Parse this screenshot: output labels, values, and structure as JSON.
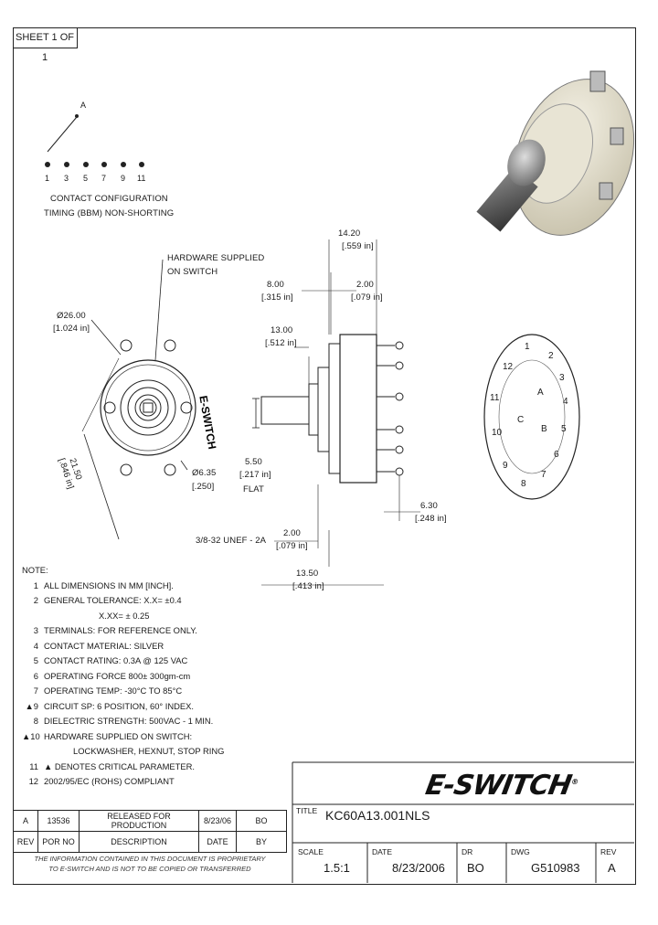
{
  "sheet": "SHEET 1 OF 1",
  "contact_config": {
    "pole": "A",
    "positions": [
      "1",
      "3",
      "5",
      "7",
      "9",
      "11"
    ],
    "caption_line1": "CONTACT CONFIGURATION",
    "caption_line2": "TIMING (BBM) NON-SHORTING"
  },
  "front_view": {
    "hardware_note_line1": "HARDWARE SUPPLIED",
    "hardware_note_line2": "ON SWITCH",
    "dia_mm": "Ø26.00",
    "dia_in": "[1.024 in]",
    "hole_mm": "21.50",
    "hole_in": "[.846 in]",
    "pin_mm": "Ø6.35",
    "pin_in": "[.250]",
    "body_text": "E-SWITCH"
  },
  "side_view": {
    "d1_mm": "14.20",
    "d1_in": "[.559 in]",
    "d2_mm": "8.00",
    "d2_in": "[.315 in]",
    "d3_mm": "2.00",
    "d3_in": "[.079 in]",
    "d4_mm": "13.00",
    "d4_in": "[.512 in]",
    "d5_mm": "5.50",
    "d5_in": "[.217 in]",
    "d5_note": "FLAT",
    "d6_mm": "6.30",
    "d6_in": "[.248 in]",
    "thread": "3/8-32 UNEF - 2A",
    "d7_mm": "2.00",
    "d7_in": "[.079 in]",
    "d8_mm": "13.50",
    "d8_in": "[.413 in]"
  },
  "rear_view": {
    "labels": [
      "1",
      "2",
      "3",
      "4",
      "5",
      "6",
      "7",
      "8",
      "9",
      "10",
      "11",
      "12",
      "A",
      "B",
      "C"
    ]
  },
  "notes": {
    "title": "NOTE:",
    "items": [
      {
        "n": "1",
        "text": "ALL DIMENSIONS IN MM [INCH]."
      },
      {
        "n": "2",
        "text": "GENERAL TOLERANCE: X.X= ±0.4"
      },
      {
        "n": "",
        "text": "X.XX= ± 0.25",
        "indent": true
      },
      {
        "n": "3",
        "text": "TERMINALS: FOR REFERENCE ONLY."
      },
      {
        "n": "4",
        "text": "CONTACT MATERIAL: SILVER"
      },
      {
        "n": "5",
        "text": "CONTACT RATING: 0.3A @ 125 VAC"
      },
      {
        "n": "6",
        "text": "OPERATING FORCE 800± 300gm-cm"
      },
      {
        "n": "7",
        "text": "OPERATING TEMP: -30°C TO 85°C"
      },
      {
        "n": "▲9",
        "text": "CIRCUIT SP: 6 POSITION, 60° INDEX."
      },
      {
        "n": "8",
        "text": "DIELECTRIC STRENGTH: 500VAC - 1 MIN."
      },
      {
        "n": "▲10",
        "text": "HARDWARE SUPPLIED ON SWITCH:"
      },
      {
        "n": "",
        "text": "LOCKWASHER, HEXNUT, STOP RING",
        "indent": true
      },
      {
        "n": "11",
        "text": "▲ DENOTES CRITICAL PARAMETER."
      },
      {
        "n": "12",
        "text": "2002/95/EC (ROHS) COMPLIANT"
      }
    ]
  },
  "revision": {
    "row": {
      "rev": "A",
      "por": "13536",
      "desc": "RELEASED FOR PRODUCTION",
      "date": "8/23/06",
      "by": "BO"
    },
    "headers": {
      "rev": "REV",
      "por": "POR NO",
      "desc": "DESCRIPTION",
      "date": "DATE",
      "by": "BY"
    },
    "proprietary_line1": "THE INFORMATION CONTAINED IN THIS DOCUMENT IS PROPRIETARY",
    "proprietary_line2": "TO E-SWITCH AND IS NOT TO BE COPIED OR TRANSFERRED"
  },
  "title_block": {
    "logo": "E-SWITCH",
    "logo_mark": "®",
    "title_label": "TITLE",
    "title": "KC60A13.001NLS",
    "scale_label": "SCALE",
    "scale": "1.5:1",
    "date_label": "DATE",
    "date": "8/23/2006",
    "dr_label": "DR",
    "dr": "BO",
    "dwg_label": "DWG",
    "dwg": "G510983",
    "rev_label": "REV",
    "rev": "A"
  }
}
